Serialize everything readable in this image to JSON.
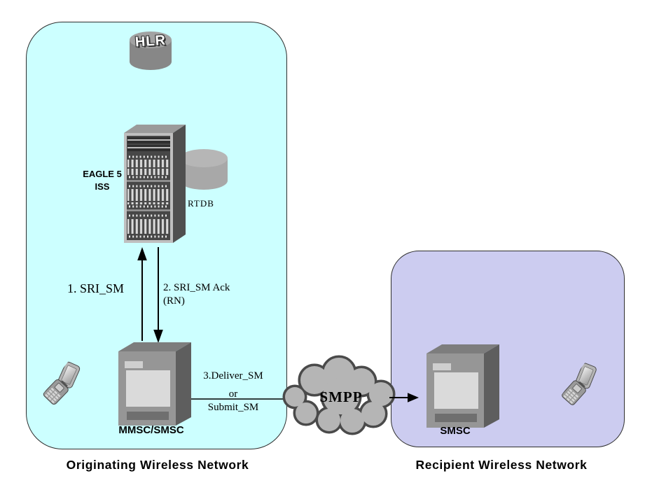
{
  "diagram": {
    "nodes": {
      "hlr": "HLR",
      "eagle_line1": "EAGLE 5",
      "eagle_line2": "ISS",
      "rtdb": "RTDB",
      "mmsc": "MMSC/SMSC",
      "smsc": "SMSC",
      "cloud": "SMPP"
    },
    "messages": {
      "m1": "1. SRI_SM",
      "m2_line1": "2. SRI_SM Ack",
      "m2_line2": "(RN)",
      "m3_line1": "3.Deliver_SM",
      "m3_line2": "or",
      "m3_line3": "Submit_SM"
    },
    "captions": {
      "originating": "Originating Wireless Network",
      "recipient": "Recipient Wireless Network"
    },
    "colors": {
      "originating_bg": "#ccffff",
      "recipient_bg": "#ccccf0",
      "box_border": "#2e2e2e",
      "cloud_fill": "#b5b5b5",
      "cloud_stroke": "#4a4a4a",
      "arrow": "#000000"
    }
  }
}
